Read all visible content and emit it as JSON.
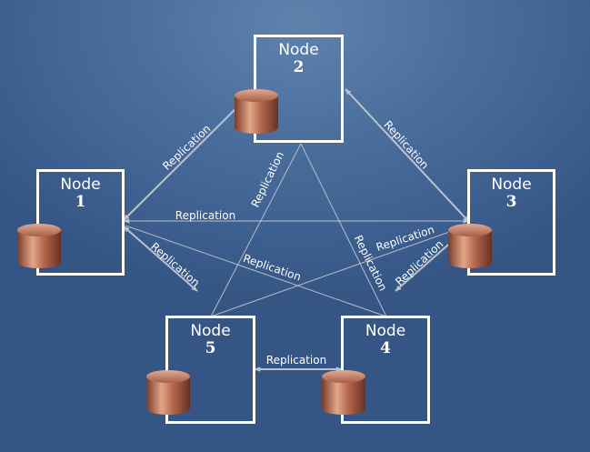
{
  "diagram": {
    "nodes": [
      {
        "id": "node-1",
        "word": "Node",
        "number": "1"
      },
      {
        "id": "node-2",
        "word": "Node",
        "number": "2"
      },
      {
        "id": "node-3",
        "word": "Node",
        "number": "3"
      },
      {
        "id": "node-4",
        "word": "Node",
        "number": "4"
      },
      {
        "id": "node-5",
        "word": "Node",
        "number": "5"
      }
    ],
    "edges": [
      {
        "from": "node-1",
        "to": "node-2",
        "label": "Replication",
        "bidirectional": true
      },
      {
        "from": "node-2",
        "to": "node-3",
        "label": "Replication",
        "bidirectional": true
      },
      {
        "from": "node-1",
        "to": "node-3",
        "label": "Replication",
        "bidirectional": true
      },
      {
        "from": "node-1",
        "to": "node-5",
        "label": "Replication",
        "bidirectional": true
      },
      {
        "from": "node-3",
        "to": "node-4",
        "label": "Replication",
        "bidirectional": true
      },
      {
        "from": "node-5",
        "to": "node-4",
        "label": "Replication",
        "bidirectional": true
      },
      {
        "from": "node-2",
        "to": "node-5",
        "label": "Replication",
        "bidirectional": false
      },
      {
        "from": "node-2",
        "to": "node-4",
        "label": "Replication",
        "bidirectional": false
      },
      {
        "from": "node-1",
        "to": "node-4",
        "label": "Replication",
        "bidirectional": false
      },
      {
        "from": "node-5",
        "to": "node-3",
        "label": "Replication",
        "bidirectional": false
      }
    ],
    "colors": {
      "background": "#46699a",
      "node_border": "#ffffff",
      "edge": "#b9bfc9",
      "cylinder": "#b06a52"
    }
  }
}
